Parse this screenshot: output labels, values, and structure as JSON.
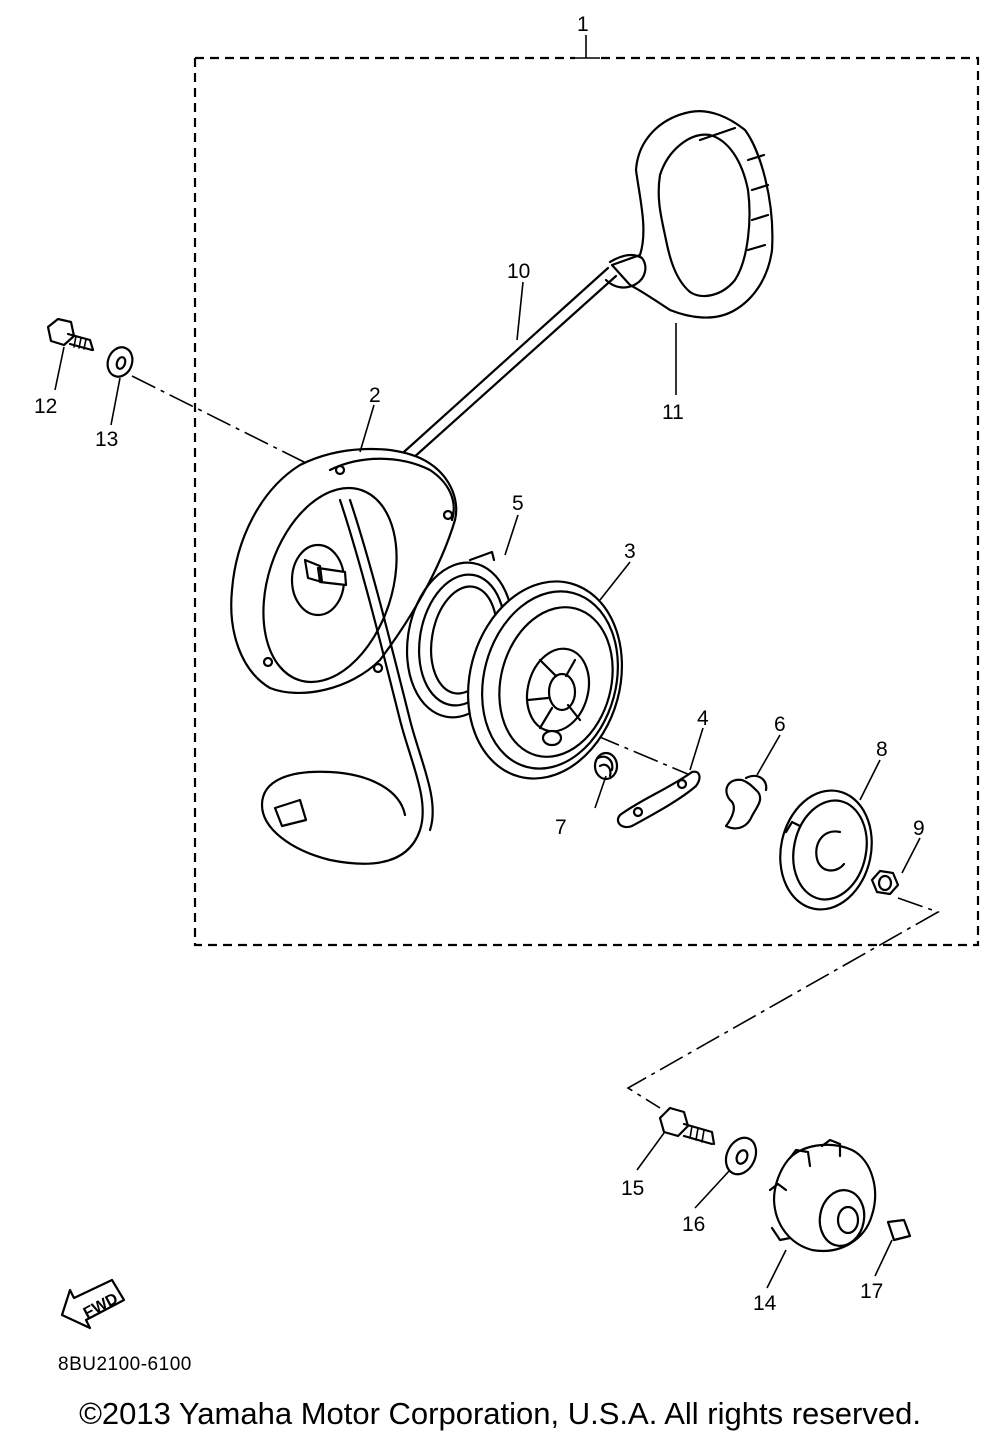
{
  "diagram": {
    "part_numbers": [
      "1",
      "2",
      "3",
      "4",
      "5",
      "6",
      "7",
      "8",
      "9",
      "10",
      "11",
      "12",
      "13",
      "14",
      "15",
      "16",
      "17"
    ],
    "fwd_label": "FWD",
    "diagram_code": "8BU2100-6100"
  },
  "footer": {
    "copyright": "©2013 Yamaha Motor Corporation, U.S.A. All rights reserved."
  }
}
